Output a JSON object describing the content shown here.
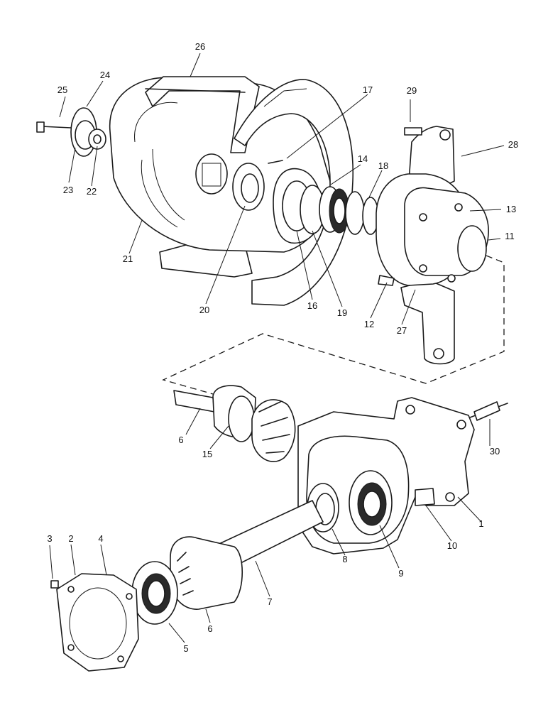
{
  "callouts": [
    "1",
    "2",
    "3",
    "4",
    "5",
    "6",
    "6",
    "7",
    "8",
    "9",
    "10",
    "11",
    "12",
    "13",
    "14",
    "15",
    "16",
    "17",
    "18",
    "19",
    "20",
    "21",
    "22",
    "23",
    "24",
    "25",
    "26",
    "27",
    "28",
    "29",
    "30"
  ],
  "colors": {
    "line": "#1a1a1a",
    "background": "#ffffff"
  }
}
